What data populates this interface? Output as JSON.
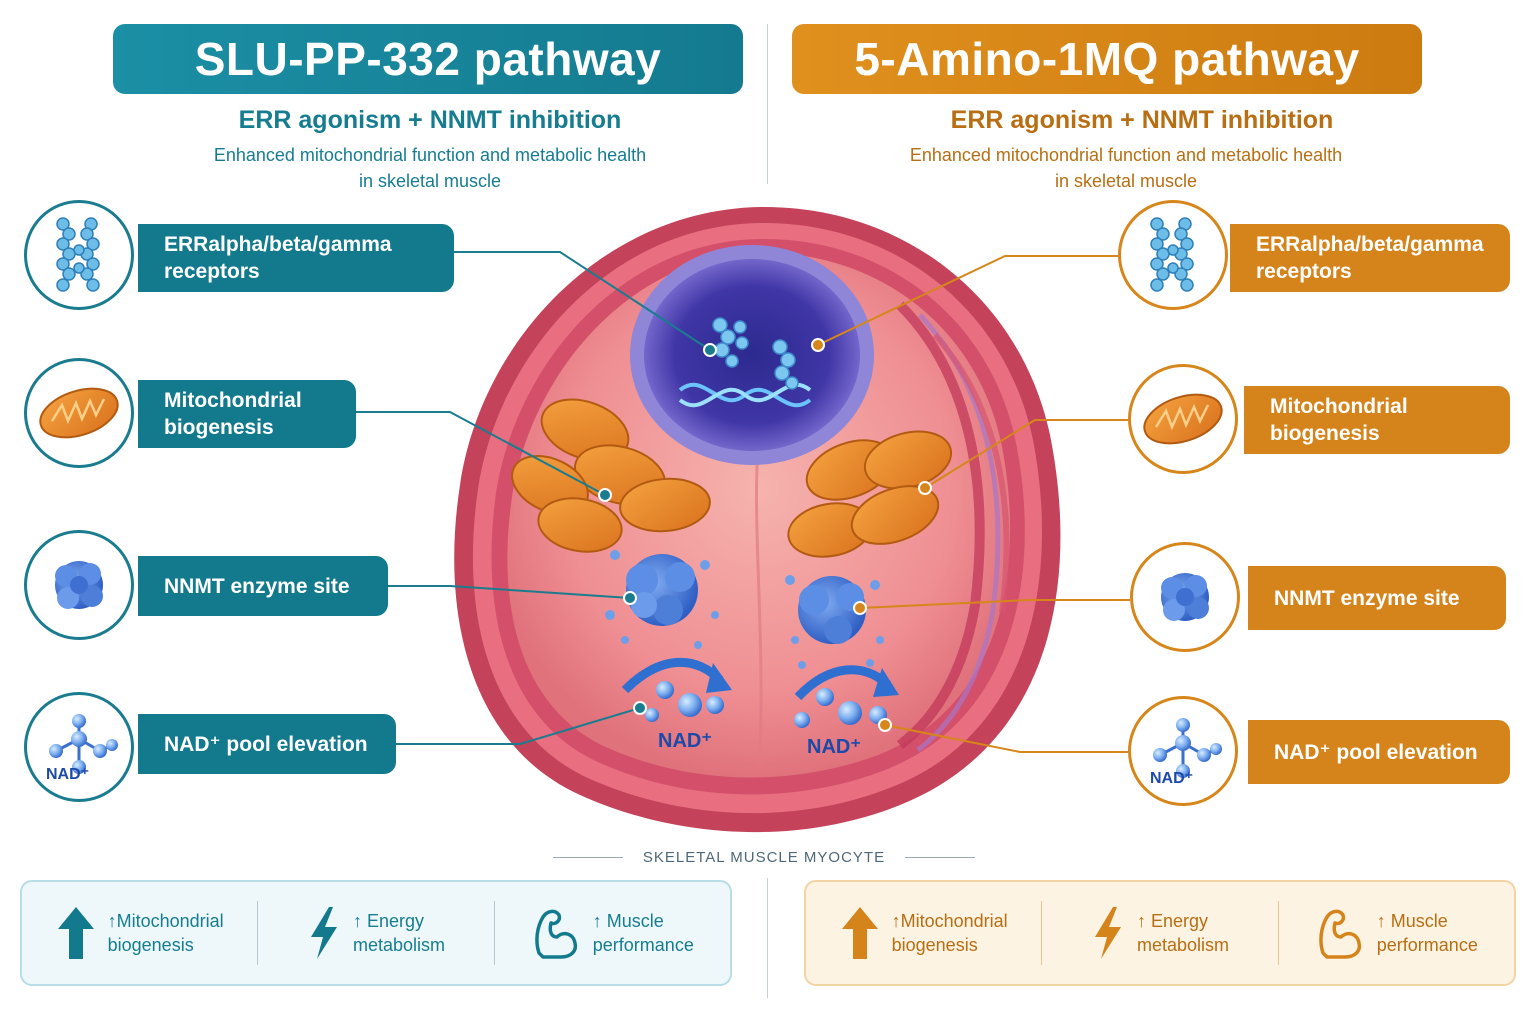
{
  "left": {
    "title": "SLU-PP-332 pathway",
    "subtitle": "ERR agonism + NNMT inhibition",
    "desc_line1": "Enhanced mitochondrial function and metabolic health",
    "desc_line2": "in skeletal muscle",
    "items": [
      {
        "line1": "ERRalpha/beta/gamma",
        "line2": "receptors",
        "icon": "receptor-icon"
      },
      {
        "line1": "Mitochondrial",
        "line2": "biogenesis",
        "icon": "mitochondrion-icon"
      },
      {
        "line1": "NNMT enzyme site",
        "line2": "",
        "icon": "enzyme-icon"
      },
      {
        "line1": "NAD⁺ pool elevation",
        "line2": "",
        "icon": "molecule-icon",
        "icon_label": "NAD⁺"
      }
    ],
    "outcomes": [
      {
        "line1": "↑Mitochondrial",
        "line2": "biogenesis",
        "icon": "up-arrow-icon"
      },
      {
        "line1": "↑ Energy",
        "line2": "metabolism",
        "icon": "lightning-icon"
      },
      {
        "line1": "↑ Muscle",
        "line2": "performance",
        "icon": "flexed-arm-icon"
      }
    ]
  },
  "right": {
    "title": "5-Amino-1MQ pathway",
    "subtitle": "ERR agonism + NNMT inhibition",
    "desc_line1": "Enhanced mitochondrial function and metabolic health",
    "desc_line2": "in skeletal muscle",
    "items": [
      {
        "line1": "ERRalpha/beta/gamma",
        "line2": "receptors",
        "icon": "receptor-icon"
      },
      {
        "line1": "Mitochondrial",
        "line2": "biogenesis",
        "icon": "mitochondrion-icon"
      },
      {
        "line1": "NNMT enzyme site",
        "line2": "",
        "icon": "enzyme-icon"
      },
      {
        "line1": "NAD⁺ pool elevation",
        "line2": "",
        "icon": "molecule-icon",
        "icon_label": "NAD⁺"
      }
    ],
    "outcomes": [
      {
        "line1": "↑Mitochondrial",
        "line2": "biogenesis",
        "icon": "up-arrow-icon"
      },
      {
        "line1": "↑ Energy",
        "line2": "metabolism",
        "icon": "lightning-icon"
      },
      {
        "line1": "↑ Muscle",
        "line2": "performance",
        "icon": "flexed-arm-icon"
      }
    ]
  },
  "cell": {
    "caption": "SKELETAL MUSCLE MYOCYTE",
    "nad_left": "NAD⁺",
    "nad_right": "NAD⁺"
  },
  "colors": {
    "teal": "#137a8d",
    "orange": "#d4841a",
    "cell_pink": "#f0959a",
    "nucleus_purple": "#4a3fb0",
    "mitochondria_orange": "#e98a2a",
    "enzyme_blue": "#4f86de"
  }
}
